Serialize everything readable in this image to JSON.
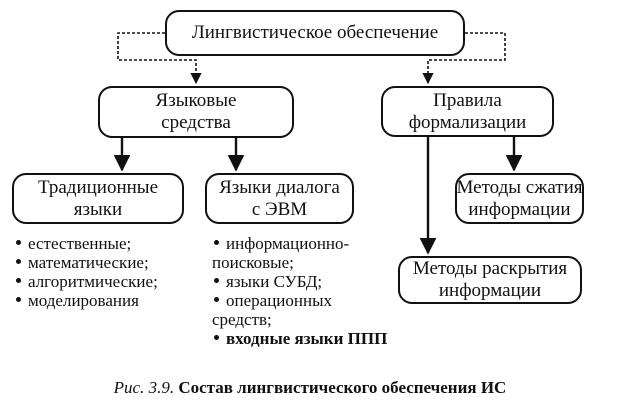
{
  "nodes": {
    "root": {
      "lines": [
        "Лингвистическое обеспечение"
      ]
    },
    "lang_means": {
      "lines": [
        "Языковые",
        "средства"
      ]
    },
    "formal_rules": {
      "lines": [
        "Правила",
        "формализации"
      ]
    },
    "traditional": {
      "lines": [
        "Традиционные",
        "языки"
      ]
    },
    "dialog": {
      "lines": [
        "Языки диалога",
        "с ЭВМ"
      ]
    },
    "compression": {
      "lines": [
        "Методы сжатия",
        "информации"
      ]
    },
    "disclosure": {
      "lines": [
        "Методы раскрытия",
        "информации"
      ]
    }
  },
  "traditional_list": [
    "естественные;",
    "математические;",
    "алгоритмические;",
    "моделирования"
  ],
  "dialog_list": [
    {
      "text": "информационно-",
      "bullet": true,
      "bold": false
    },
    {
      "text": "поисковые;",
      "bullet": false,
      "bold": false
    },
    {
      "text": "языки СУБД;",
      "bullet": true,
      "bold": false
    },
    {
      "text": "операционных",
      "bullet": true,
      "bold": false
    },
    {
      "text": "средств;",
      "bullet": false,
      "bold": false
    },
    {
      "text": "входные языки ППП",
      "bullet": true,
      "bold": true
    }
  ],
  "caption": {
    "figure_label": "Рис. 3.9.",
    "title": "Состав лингвистического обеспечения ИС"
  }
}
